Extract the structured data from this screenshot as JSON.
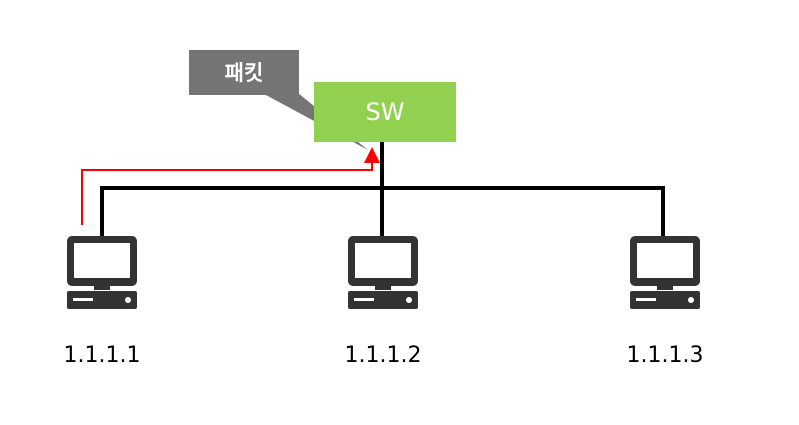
{
  "callout": {
    "label": "패킷",
    "color": "#757575"
  },
  "switch": {
    "label": "SW",
    "color": "#92d050"
  },
  "hosts": [
    {
      "label": "1.1.1.1"
    },
    {
      "label": "1.1.1.2"
    },
    {
      "label": "1.1.1.3"
    }
  ],
  "packet_path_color": "#ff0000",
  "link_color": "#000000",
  "icon_color": "#333333"
}
